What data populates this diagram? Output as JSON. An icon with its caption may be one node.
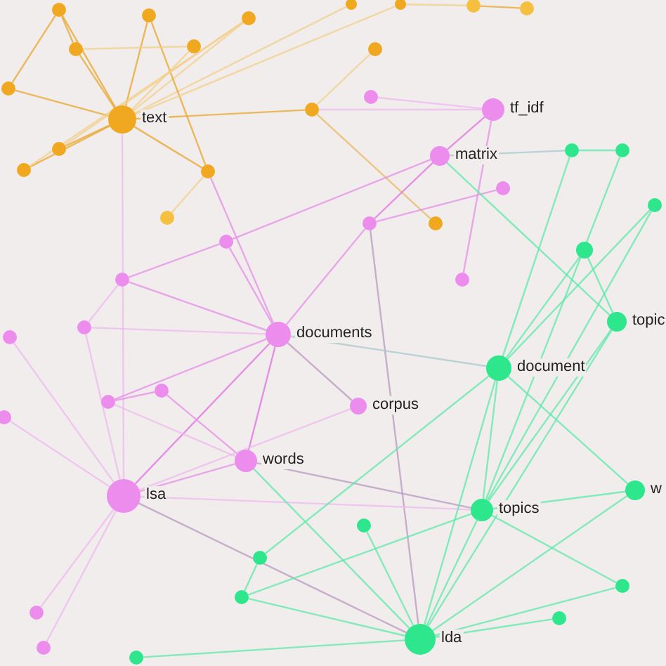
{
  "diagram": {
    "nodes": [
      {
        "text": [],
        "shape": "circle"
      },
      {
        "text": [],
        "shape": "circle"
      },
      {
        "text": [],
        "shape": "circle"
      },
      {
        "text": [],
        "shape": "circle"
      },
      {
        "text": [],
        "shape": "circle"
      },
      {
        "text": [],
        "shape": "circle"
      },
      {
        "text": [],
        "shape": "circle"
      },
      {
        "text": [],
        "shape": "circle"
      },
      {
        "text": [],
        "shape": "circle"
      },
      {
        "text": [],
        "shape": "circle"
      },
      {
        "text": [],
        "shape": "circle"
      },
      {
        "text": [],
        "shape": "circle",
        "beside": [
          "text"
        ]
      },
      {
        "text": [],
        "shape": "circle"
      },
      {
        "text": [],
        "shape": "circle"
      },
      {
        "text": [],
        "shape": "circle",
        "beside": [
          "tf_idf"
        ]
      },
      {
        "text": [],
        "shape": "circle"
      },
      {
        "text": [],
        "shape": "circle",
        "beside": [
          "matrix"
        ]
      },
      {
        "text": [],
        "shape": "circle"
      },
      {
        "text": [],
        "shape": "circle"
      },
      {
        "text": [],
        "shape": "circle"
      },
      {
        "text": [],
        "shape": "circle"
      },
      {
        "text": [],
        "shape": "circle"
      },
      {
        "text": [],
        "shape": "circle"
      },
      {
        "text": [],
        "shape": "circle"
      },
      {
        "text": [],
        "shape": "circle"
      },
      {
        "text": [],
        "shape": "circle"
      },
      {
        "text": [],
        "shape": "circle"
      },
      {
        "text": [],
        "shape": "circle"
      },
      {
        "text": [],
        "shape": "circle"
      },
      {
        "text": [],
        "shape": "circle"
      },
      {
        "text": [],
        "shape": "circle",
        "beside": [
          "topic"
        ]
      },
      {
        "text": [],
        "shape": "circle"
      },
      {
        "text": [],
        "shape": "circle",
        "beside": [
          "documents"
        ]
      },
      {
        "text": [],
        "shape": "circle"
      },
      {
        "text": [],
        "shape": "circle",
        "beside": [
          "document"
        ]
      },
      {
        "text": [],
        "shape": "circle"
      },
      {
        "text": [],
        "shape": "circle"
      },
      {
        "text": [],
        "shape": "circle",
        "beside": [
          "corpus"
        ]
      },
      {
        "text": [],
        "shape": "circle"
      },
      {
        "text": [],
        "shape": "circle",
        "beside": [
          "words"
        ]
      },
      {
        "text": [],
        "shape": "circle",
        "beside": [
          "w"
        ]
      },
      {
        "text": [],
        "shape": "circle",
        "beside": [
          "lsa"
        ]
      },
      {
        "text": [],
        "shape": "circle",
        "beside": [
          "topics"
        ]
      },
      {
        "text": [],
        "shape": "circle"
      },
      {
        "text": [],
        "shape": "circle"
      },
      {
        "text": [],
        "shape": "circle"
      },
      {
        "text": [],
        "shape": "circle"
      },
      {
        "text": [],
        "shape": "circle"
      },
      {
        "text": [],
        "shape": "circle"
      },
      {
        "text": [],
        "shape": "circle",
        "beside": [
          "lda"
        ]
      },
      {
        "text": [],
        "shape": "circle"
      },
      {
        "text": [],
        "shape": "circle"
      }
    ],
    "edges": [
      {
        "from": 11,
        "to": 0,
        "arrow": "none",
        "color": "#e8a52a"
      },
      {
        "from": 11,
        "to": 1,
        "arrow": "none",
        "color": "#e8a52a"
      },
      {
        "from": 11,
        "to": 7,
        "arrow": "none",
        "color": "#e8a52a"
      },
      {
        "from": 11,
        "to": 10,
        "arrow": "none",
        "color": "#e8a52a"
      },
      {
        "from": 11,
        "to": 12,
        "arrow": "none",
        "color": "#e8a52a"
      },
      {
        "from": 11,
        "to": 15,
        "arrow": "none",
        "color": "#e8a52a"
      },
      {
        "from": 11,
        "to": 17,
        "arrow": "none",
        "color": "#e8a52a"
      },
      {
        "from": 11,
        "to": 18,
        "arrow": "none",
        "color": "#e8a52a"
      },
      {
        "from": 11,
        "to": 8,
        "arrow": "none",
        "color": "#f3cf8a"
      },
      {
        "from": 11,
        "to": 2,
        "arrow": "none",
        "color": "#f3cf8a"
      },
      {
        "from": 11,
        "to": 3,
        "arrow": "none",
        "color": "#f3cf8a"
      },
      {
        "from": 0,
        "to": 10,
        "arrow": "none",
        "color": "#e8a52a"
      },
      {
        "from": 0,
        "to": 7,
        "arrow": "none",
        "color": "#e8a52a"
      },
      {
        "from": 1,
        "to": 18,
        "arrow": "none",
        "color": "#e8a52a"
      },
      {
        "from": 7,
        "to": 8,
        "arrow": "none",
        "color": "#f3cf8a"
      },
      {
        "from": 2,
        "to": 15,
        "arrow": "none",
        "color": "#f3cf8a"
      },
      {
        "from": 2,
        "to": 17,
        "arrow": "none",
        "color": "#f3cf8a"
      },
      {
        "from": 4,
        "to": 11,
        "arrow": "none",
        "color": "#f3cf8a"
      },
      {
        "from": 12,
        "to": 9,
        "arrow": "none",
        "color": "#f3cf8a"
      },
      {
        "from": 12,
        "to": 25,
        "arrow": "none",
        "color": "#e8b860"
      },
      {
        "from": 23,
        "to": 18,
        "arrow": "none",
        "color": "#f3cf8a"
      },
      {
        "from": 4,
        "to": 5,
        "arrow": "none",
        "color": "#f3cf8a"
      },
      {
        "from": 5,
        "to": 6,
        "arrow": "none",
        "color": "#e8a52a"
      },
      {
        "from": 12,
        "to": 14,
        "arrow": "none",
        "color": "#eeb8ee"
      },
      {
        "from": 11,
        "to": 41,
        "arrow": "none",
        "color": "#eeb8ee"
      },
      {
        "from": 18,
        "to": 32,
        "arrow": "none",
        "color": "#e58de5"
      },
      {
        "from": 14,
        "to": 16,
        "arrow": "none",
        "color": "#e070e0"
      },
      {
        "from": 14,
        "to": 29,
        "arrow": "none",
        "color": "#e58de5"
      },
      {
        "from": 14,
        "to": 13,
        "arrow": "none",
        "color": "#eeb8ee"
      },
      {
        "from": 16,
        "to": 26,
        "arrow": "none",
        "color": "#e58de5"
      },
      {
        "from": 16,
        "to": 24,
        "arrow": "none",
        "color": "#e070e0"
      },
      {
        "from": 21,
        "to": 24,
        "arrow": "none",
        "color": "#e58de5"
      },
      {
        "from": 24,
        "to": 32,
        "arrow": "none",
        "color": "#e58de5"
      },
      {
        "from": 24,
        "to": 49,
        "arrow": "none",
        "color": "#b89ac0"
      },
      {
        "from": 26,
        "to": 32,
        "arrow": "none",
        "color": "#e58de5"
      },
      {
        "from": 26,
        "to": 28,
        "arrow": "none",
        "color": "#e58de5"
      },
      {
        "from": 28,
        "to": 32,
        "arrow": "none",
        "color": "#e58de5"
      },
      {
        "from": 28,
        "to": 31,
        "arrow": "none",
        "color": "#eeb8ee"
      },
      {
        "from": 31,
        "to": 32,
        "arrow": "none",
        "color": "#eeb8ee"
      },
      {
        "from": 32,
        "to": 41,
        "arrow": "none",
        "color": "#e070e0"
      },
      {
        "from": 32,
        "to": 39,
        "arrow": "none",
        "color": "#e070e0"
      },
      {
        "from": 32,
        "to": 36,
        "arrow": "none",
        "color": "#e58de5"
      },
      {
        "from": 32,
        "to": 37,
        "arrow": "none",
        "color": "#b89ac0"
      },
      {
        "from": 32,
        "to": 34,
        "arrow": "none",
        "color": "#a8c8c8"
      },
      {
        "from": 36,
        "to": 35,
        "arrow": "none",
        "color": "#e58de5"
      },
      {
        "from": 35,
        "to": 39,
        "arrow": "none",
        "color": "#e58de5"
      },
      {
        "from": 36,
        "to": 39,
        "arrow": "none",
        "color": "#eeb8ee"
      },
      {
        "from": 41,
        "to": 39,
        "arrow": "none",
        "color": "#e58de5"
      },
      {
        "from": 41,
        "to": 37,
        "arrow": "none",
        "color": "#eeb8ee"
      },
      {
        "from": 41,
        "to": 33,
        "arrow": "none",
        "color": "#eeb8ee"
      },
      {
        "from": 41,
        "to": 38,
        "arrow": "none",
        "color": "#eeb8ee"
      },
      {
        "from": 41,
        "to": 47,
        "arrow": "none",
        "color": "#eeb8ee"
      },
      {
        "from": 41,
        "to": 50,
        "arrow": "none",
        "color": "#eeb8ee"
      },
      {
        "from": 41,
        "to": 31,
        "arrow": "none",
        "color": "#eeb8ee"
      },
      {
        "from": 41,
        "to": 49,
        "arrow": "none",
        "color": "#b89ac0"
      },
      {
        "from": 39,
        "to": 42,
        "arrow": "none",
        "color": "#b89ac0"
      },
      {
        "from": 41,
        "to": 42,
        "arrow": "none",
        "color": "#eeb8ee"
      },
      {
        "from": 16,
        "to": 19,
        "arrow": "none",
        "color": "#a8c8c8"
      },
      {
        "from": 16,
        "to": 30,
        "arrow": "none"
      },
      {
        "from": 19,
        "to": 20,
        "arrow": "none"
      },
      {
        "from": 19,
        "to": 34,
        "arrow": "none"
      },
      {
        "from": 20,
        "to": 42,
        "arrow": "none"
      },
      {
        "from": 27,
        "to": 30,
        "arrow": "none"
      },
      {
        "from": 27,
        "to": 34,
        "arrow": "none"
      },
      {
        "from": 22,
        "to": 34,
        "arrow": "none"
      },
      {
        "from": 30,
        "to": 42,
        "arrow": "none"
      },
      {
        "from": 34,
        "to": 42,
        "arrow": "none"
      },
      {
        "from": 34,
        "to": 49,
        "arrow": "none"
      },
      {
        "from": 34,
        "to": 40,
        "arrow": "none"
      },
      {
        "from": 42,
        "to": 49,
        "arrow": "none"
      },
      {
        "from": 42,
        "to": 45,
        "arrow": "none"
      },
      {
        "from": 42,
        "to": 40,
        "arrow": "none"
      },
      {
        "from": 40,
        "to": 49,
        "arrow": "none"
      },
      {
        "from": 45,
        "to": 49,
        "arrow": "none"
      },
      {
        "from": 48,
        "to": 49,
        "arrow": "none"
      },
      {
        "from": 43,
        "to": 49,
        "arrow": "none"
      },
      {
        "from": 44,
        "to": 46,
        "arrow": "none"
      },
      {
        "from": 46,
        "to": 49,
        "arrow": "none"
      },
      {
        "from": 51,
        "to": 49,
        "arrow": "none"
      },
      {
        "from": 39,
        "to": 49,
        "arrow": "none"
      },
      {
        "from": 30,
        "to": 49,
        "arrow": "none"
      },
      {
        "from": 22,
        "to": 42,
        "arrow": "none"
      },
      {
        "from": 46,
        "to": 42,
        "arrow": "none"
      },
      {
        "from": 44,
        "to": 34,
        "arrow": "none"
      }
    ]
  }
}
